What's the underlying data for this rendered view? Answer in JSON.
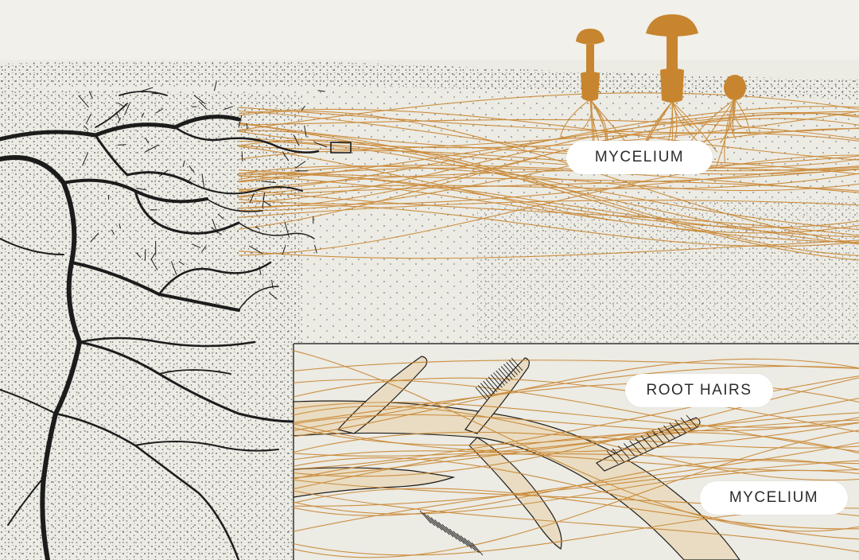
{
  "labels": {
    "top_mycelium": "MYCELIUM",
    "root_hairs": "ROOT HAIRS",
    "bottom_mycelium": "MYCELIUM"
  },
  "colors": {
    "background": "#ecebe4",
    "fungus": "#c8852f",
    "root": "#1c1c1c",
    "soil_dots": "#555555",
    "label_bg": "#ffffff"
  }
}
